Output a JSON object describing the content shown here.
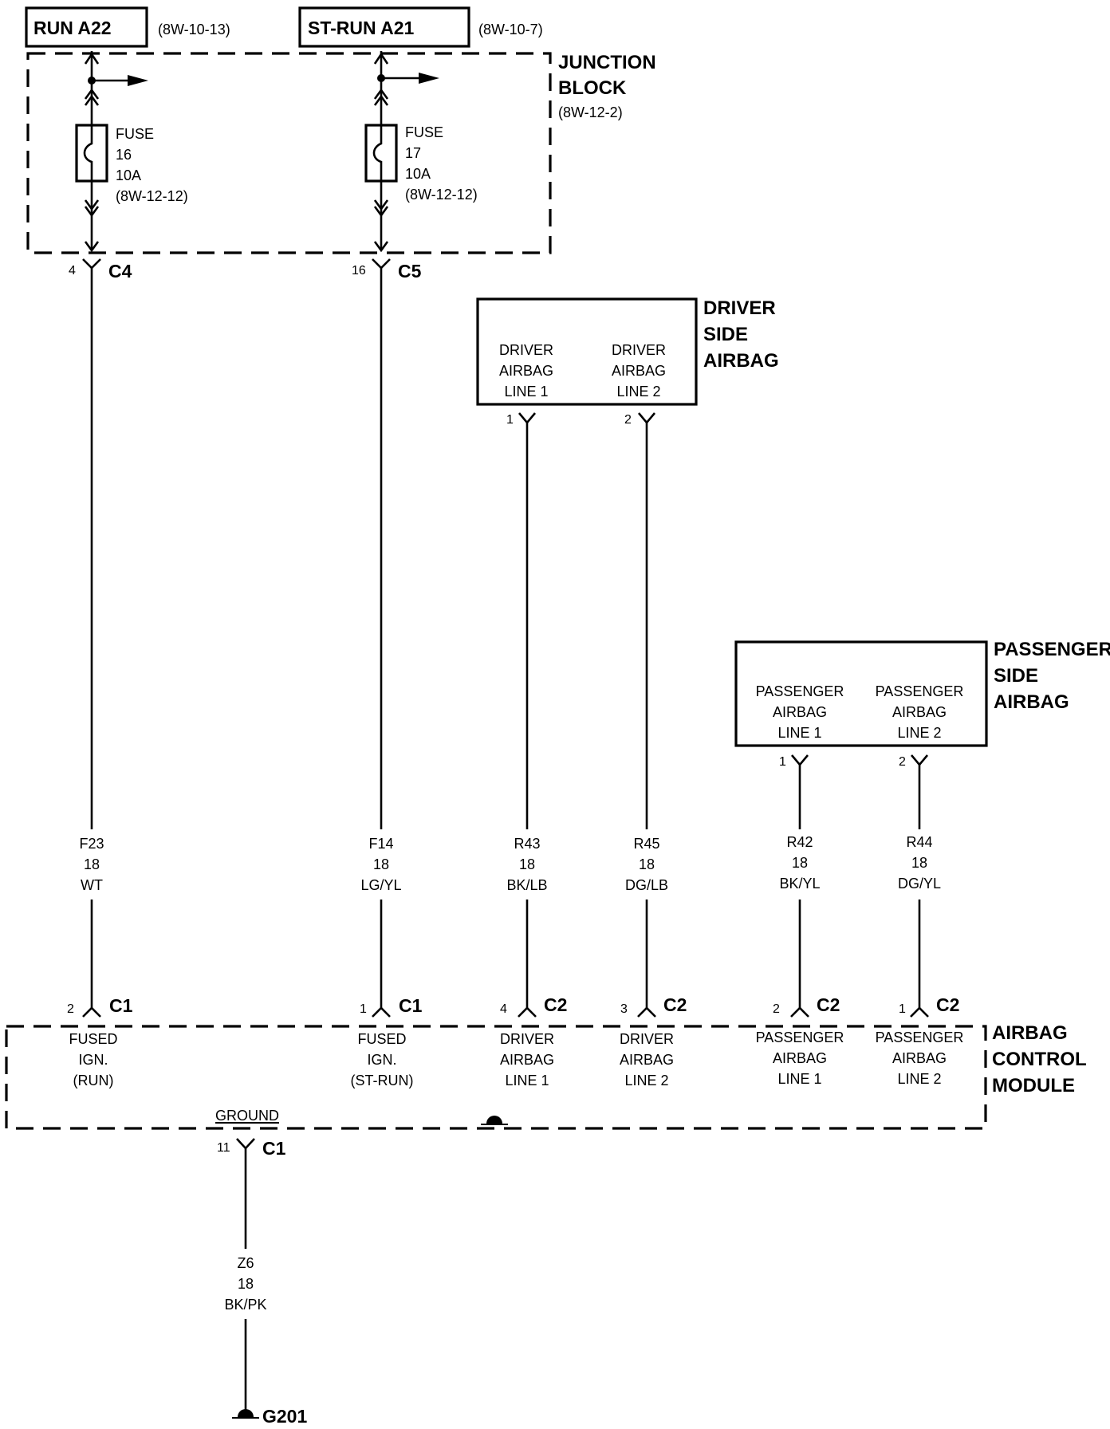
{
  "sources": [
    {
      "name": "RUN A22",
      "ref": "(8W-10-13)"
    },
    {
      "name": "ST-RUN A21",
      "ref": "(8W-10-7)"
    }
  ],
  "junction_block": {
    "line1": "JUNCTION",
    "line2": "BLOCK",
    "ref": "(8W-12-2)"
  },
  "fuses": [
    {
      "lines": [
        "FUSE",
        "16",
        "10A",
        "(8W-12-12)"
      ],
      "pin": "4",
      "connector": "C4"
    },
    {
      "lines": [
        "FUSE",
        "17",
        "10A",
        "(8W-12-12)"
      ],
      "pin": "16",
      "connector": "C5"
    }
  ],
  "driver_airbag": {
    "title": [
      "DRIVER",
      "SIDE",
      "AIRBAG"
    ],
    "pins": [
      {
        "lines": [
          "DRIVER",
          "AIRBAG",
          "LINE 1"
        ],
        "pin": "1"
      },
      {
        "lines": [
          "DRIVER",
          "AIRBAG",
          "LINE 2"
        ],
        "pin": "2"
      }
    ]
  },
  "passenger_airbag": {
    "title": [
      "PASSENGER",
      "SIDE",
      "AIRBAG"
    ],
    "pins": [
      {
        "lines": [
          "PASSENGER",
          "AIRBAG",
          "LINE 1"
        ],
        "pin": "1"
      },
      {
        "lines": [
          "PASSENGER",
          "AIRBAG",
          "LINE 2"
        ],
        "pin": "2"
      }
    ]
  },
  "wires": [
    {
      "code": "F23",
      "gauge": "18",
      "color": "WT"
    },
    {
      "code": "F14",
      "gauge": "18",
      "color": "LG/YL"
    },
    {
      "code": "R43",
      "gauge": "18",
      "color": "BK/LB"
    },
    {
      "code": "R45",
      "gauge": "18",
      "color": "DG/LB"
    },
    {
      "code": "R42",
      "gauge": "18",
      "color": "BK/YL"
    },
    {
      "code": "R44",
      "gauge": "18",
      "color": "DG/YL"
    }
  ],
  "module": {
    "title": [
      "AIRBAG",
      "CONTROL",
      "MODULE"
    ],
    "pins": [
      {
        "pin": "2",
        "connector": "C1",
        "lines": [
          "FUSED",
          "IGN.",
          "(RUN)"
        ]
      },
      {
        "pin": "1",
        "connector": "C1",
        "lines": [
          "FUSED",
          "IGN.",
          "(ST-RUN)"
        ]
      },
      {
        "pin": "4",
        "connector": "C2",
        "lines": [
          "DRIVER",
          "AIRBAG",
          "LINE 1"
        ]
      },
      {
        "pin": "3",
        "connector": "C2",
        "lines": [
          "DRIVER",
          "AIRBAG",
          "LINE 2"
        ]
      },
      {
        "pin": "2",
        "connector": "C2",
        "lines": [
          "PASSENGER",
          "AIRBAG",
          "LINE 1"
        ]
      },
      {
        "pin": "1",
        "connector": "C2",
        "lines": [
          "PASSENGER",
          "AIRBAG",
          "LINE 2"
        ]
      }
    ],
    "ground_label": "GROUND",
    "ground_pin": "11",
    "ground_connector": "C1"
  },
  "ground_wire": {
    "code": "Z6",
    "gauge": "18",
    "color": "BK/PK"
  },
  "ground_point": "G201"
}
